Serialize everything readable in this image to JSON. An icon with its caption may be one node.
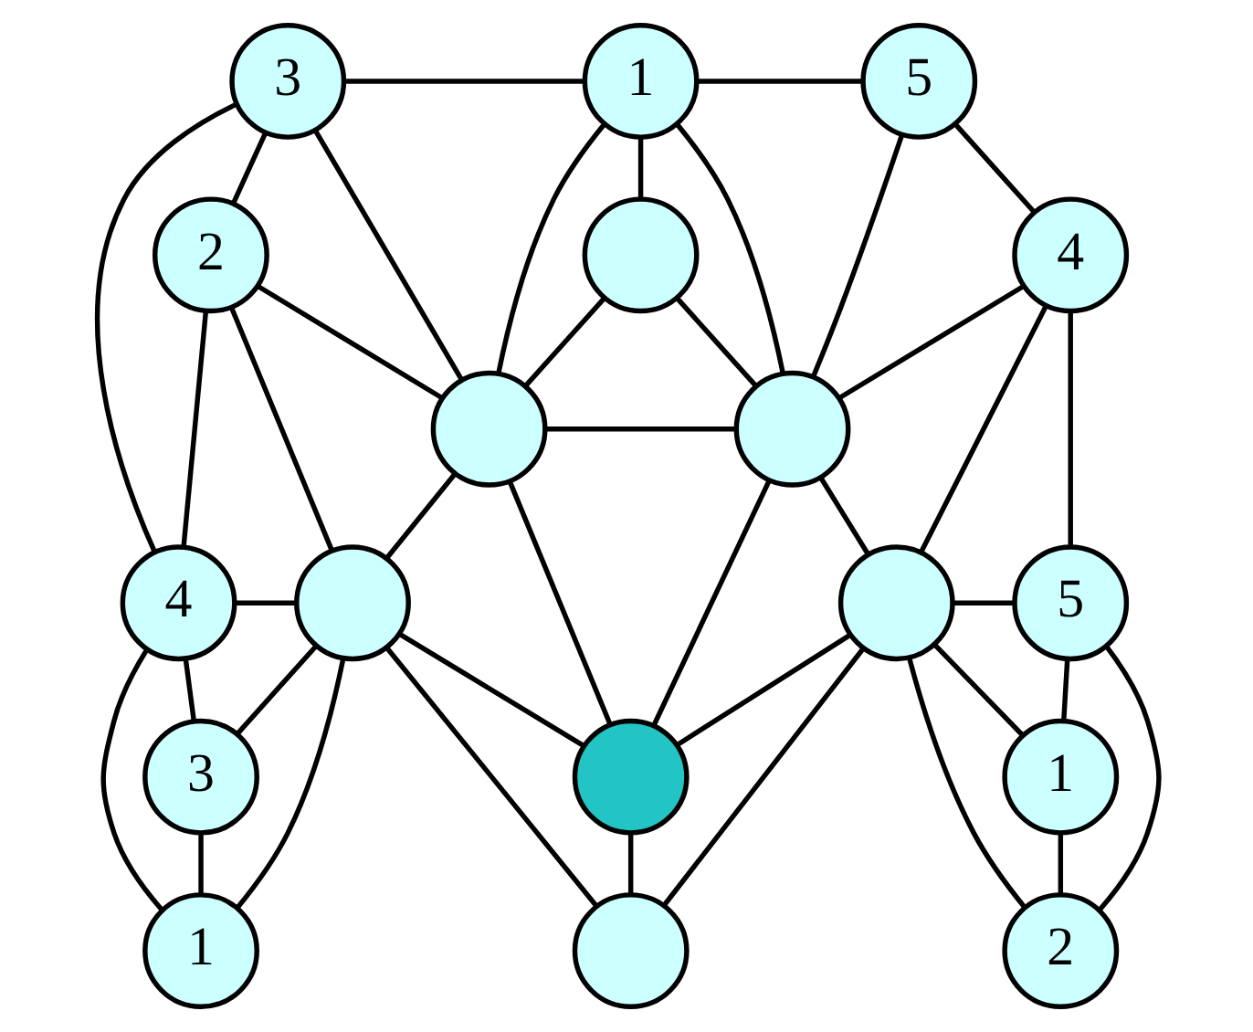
{
  "diagram": {
    "nodes": [
      {
        "text": [
          "3"
        ]
      },
      {
        "text": [
          "1"
        ]
      },
      {
        "text": [
          "5"
        ]
      },
      {
        "text": [
          "2"
        ]
      },
      {
        "text": [],
        "shape": "circle"
      },
      {
        "text": [
          "4"
        ]
      },
      {
        "text": [],
        "shape": "circle"
      },
      {
        "text": [],
        "shape": "circle"
      },
      {
        "text": [
          "4"
        ]
      },
      {
        "text": [],
        "shape": "circle"
      },
      {
        "text": [],
        "shape": "circle"
      },
      {
        "text": [
          "5"
        ]
      },
      {
        "text": [
          "3"
        ]
      },
      {
        "text": [],
        "shape": "circle"
      },
      {
        "text": [
          "1"
        ]
      },
      {
        "text": [
          "1"
        ]
      },
      {
        "text": [],
        "shape": "circle"
      },
      {
        "text": [
          "2"
        ]
      }
    ],
    "edges": [
      {
        "from": 0,
        "to": 1,
        "arrow": "none"
      },
      {
        "from": 1,
        "to": 2,
        "arrow": "none"
      },
      {
        "from": 0,
        "to": 3,
        "arrow": "none"
      },
      {
        "from": 0,
        "to": 8,
        "arrow": "none"
      },
      {
        "from": 0,
        "to": 6,
        "arrow": "none"
      },
      {
        "from": 1,
        "to": 6,
        "arrow": "none"
      },
      {
        "from": 1,
        "to": 4,
        "arrow": "none"
      },
      {
        "from": 1,
        "to": 7,
        "arrow": "none"
      },
      {
        "from": 2,
        "to": 5,
        "arrow": "none"
      },
      {
        "from": 2,
        "to": 7,
        "arrow": "none"
      },
      {
        "from": 3,
        "to": 6,
        "arrow": "none"
      },
      {
        "from": 3,
        "to": 8,
        "arrow": "none"
      },
      {
        "from": 3,
        "to": 9,
        "arrow": "none"
      },
      {
        "from": 4,
        "to": 6,
        "arrow": "none"
      },
      {
        "from": 4,
        "to": 7,
        "arrow": "none"
      },
      {
        "from": 6,
        "to": 7,
        "arrow": "none"
      },
      {
        "from": 5,
        "to": 7,
        "arrow": "none"
      },
      {
        "from": 5,
        "to": 10,
        "arrow": "none"
      },
      {
        "from": 5,
        "to": 11,
        "arrow": "none"
      },
      {
        "from": 6,
        "to": 9,
        "arrow": "none"
      },
      {
        "from": 6,
        "to": 13,
        "arrow": "none"
      },
      {
        "from": 7,
        "to": 13,
        "arrow": "none"
      },
      {
        "from": 7,
        "to": 10,
        "arrow": "none"
      },
      {
        "from": 8,
        "to": 9,
        "arrow": "none"
      },
      {
        "from": 8,
        "to": 12,
        "arrow": "none"
      },
      {
        "from": 8,
        "to": 15,
        "arrow": "none"
      },
      {
        "from": 9,
        "to": 12,
        "arrow": "none"
      },
      {
        "from": 9,
        "to": 13,
        "arrow": "none"
      },
      {
        "from": 9,
        "to": 15,
        "arrow": "none"
      },
      {
        "from": 9,
        "to": 16,
        "arrow": "none"
      },
      {
        "from": 10,
        "to": 13,
        "arrow": "none"
      },
      {
        "from": 10,
        "to": 14,
        "arrow": "none"
      },
      {
        "from": 10,
        "to": 11,
        "arrow": "none"
      },
      {
        "from": 10,
        "to": 17,
        "arrow": "none"
      },
      {
        "from": 10,
        "to": 16,
        "arrow": "none"
      },
      {
        "from": 11,
        "to": 14,
        "arrow": "none"
      },
      {
        "from": 11,
        "to": 17,
        "arrow": "none"
      },
      {
        "from": 12,
        "to": 15,
        "arrow": "none"
      },
      {
        "from": 13,
        "to": 16,
        "arrow": "none"
      },
      {
        "from": 14,
        "to": 17,
        "arrow": "none"
      }
    ]
  }
}
